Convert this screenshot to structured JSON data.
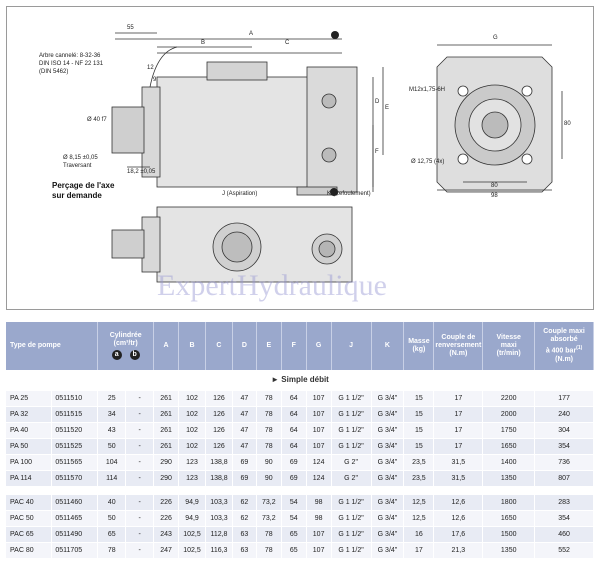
{
  "drawing": {
    "notes": {
      "arbre": [
        "Arbre cannelé: 8-32-36",
        "DIN ISO 14 - NF 22 131",
        "(DIN 5462)"
      ],
      "bore": [
        "Ø 8,15 ±0,05",
        "Traversant"
      ],
      "offset": "18,2 ±0,05",
      "percage": [
        "Perçage de l'axe",
        "sur demande"
      ],
      "thread": "M12x1,75-6H",
      "holes": "Ø 12,75 (4x)",
      "aspiration": "J (Aspiration)",
      "refoulement": "K (Refoulement)"
    },
    "dims": {
      "d55": "55",
      "dA": "A",
      "dB": "B",
      "dC": "C",
      "dD": "D",
      "dE": "E",
      "dF": "F",
      "dG": "G",
      "d12": "12",
      "d9": "9",
      "d80v": "80",
      "d80h": "80",
      "d98": "98",
      "shaft": "Ø 40 f7"
    },
    "markers": {
      "a": "a",
      "b": "b"
    },
    "watermark": "ExpertHydraulique"
  },
  "table": {
    "headers": {
      "type": "Type de pompe",
      "cyl": "Cylindrée",
      "cyl_unit": "(cm³/tr)",
      "a": "A",
      "b": "B",
      "c": "C",
      "d": "D",
      "e": "E",
      "f": "F",
      "g": "G",
      "j": "J",
      "k": "K",
      "masse": "Masse",
      "masse_unit": "(kg)",
      "couple": "Couple de",
      "couple2": "renversement",
      "couple_unit": "(N.m)",
      "vitesse": "Vitesse",
      "vitesse2": "maxi",
      "vitesse_unit": "(tr/min)",
      "cmax": "Couple maxi",
      "cmax2": "absorbé",
      "cmax3": "à 400 bar",
      "cmax_note": "(1)",
      "cmax_unit": "(N.m)",
      "badge_a": "a",
      "badge_b": "b"
    },
    "section": "► Simple débit",
    "group1": [
      [
        "PA 25",
        "0511510",
        "25",
        "-",
        "261",
        "102",
        "126",
        "47",
        "78",
        "64",
        "107",
        "G 1 1/2\"",
        "G 3/4\"",
        "15",
        "17",
        "2200",
        "177"
      ],
      [
        "PA 32",
        "0511515",
        "34",
        "-",
        "261",
        "102",
        "126",
        "47",
        "78",
        "64",
        "107",
        "G 1 1/2\"",
        "G 3/4\"",
        "15",
        "17",
        "2000",
        "240"
      ],
      [
        "PA 40",
        "0511520",
        "43",
        "-",
        "261",
        "102",
        "126",
        "47",
        "78",
        "64",
        "107",
        "G 1 1/2\"",
        "G 3/4\"",
        "15",
        "17",
        "1750",
        "304"
      ],
      [
        "PA 50",
        "0511525",
        "50",
        "-",
        "261",
        "102",
        "126",
        "47",
        "78",
        "64",
        "107",
        "G 1 1/2\"",
        "G 3/4\"",
        "15",
        "17",
        "1650",
        "354"
      ],
      [
        "PA 100",
        "0511565",
        "104",
        "-",
        "290",
        "123",
        "138,8",
        "69",
        "90",
        "69",
        "124",
        "G 2\"",
        "G 3/4\"",
        "23,5",
        "31,5",
        "1400",
        "736"
      ],
      [
        "PA 114",
        "0511570",
        "114",
        "-",
        "290",
        "123",
        "138,8",
        "69",
        "90",
        "69",
        "124",
        "G 2\"",
        "G 3/4\"",
        "23,5",
        "31,5",
        "1350",
        "807"
      ]
    ],
    "group2": [
      [
        "PAC 40",
        "0511460",
        "40",
        "-",
        "226",
        "94,9",
        "103,3",
        "62",
        "73,2",
        "54",
        "98",
        "G 1 1/2\"",
        "G 3/4\"",
        "12,5",
        "12,6",
        "1800",
        "283"
      ],
      [
        "PAC 50",
        "0511465",
        "50",
        "-",
        "226",
        "94,9",
        "103,3",
        "62",
        "73,2",
        "54",
        "98",
        "G 1 1/2\"",
        "G 3/4\"",
        "12,5",
        "12,6",
        "1650",
        "354"
      ],
      [
        "PAC 65",
        "0511490",
        "65",
        "-",
        "243",
        "102,5",
        "112,8",
        "63",
        "78",
        "65",
        "107",
        "G 1 1/2\"",
        "G 3/4\"",
        "16",
        "17,6",
        "1500",
        "460"
      ],
      [
        "PAC 80",
        "0511705",
        "78",
        "-",
        "247",
        "102,5",
        "116,3",
        "63",
        "78",
        "65",
        "107",
        "G 1 1/2\"",
        "G 3/4\"",
        "17",
        "21,3",
        "1350",
        "552"
      ]
    ]
  }
}
